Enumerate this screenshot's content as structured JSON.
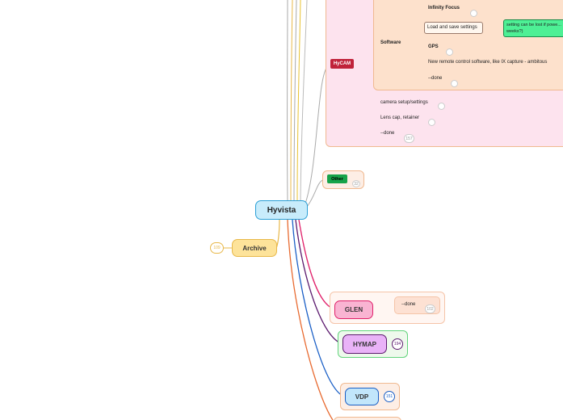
{
  "central": {
    "label": "Hyvista"
  },
  "archive": {
    "label": "Archive",
    "count": "109"
  },
  "hycam": {
    "label": "HyCAM",
    "software": {
      "label": "Software",
      "infinity_focus": {
        "label": "Infinity Focus"
      },
      "load_save": {
        "label": "Load and save settings",
        "note": "setting can be lost if powe... weeks?)"
      },
      "gps": {
        "label": "GPS"
      },
      "remote_control": {
        "label": "New remote control software, like IX capture - ambitous"
      },
      "done": {
        "label": "--done"
      }
    },
    "camera_setup": {
      "label": "camera setup/settings"
    },
    "lens_cap": {
      "label": "Lens cap, retainer"
    },
    "done": {
      "label": "--done",
      "count": "157"
    }
  },
  "other": {
    "label": "Other",
    "count": "32"
  },
  "glen": {
    "label": "GLEN",
    "done_label": "--done",
    "count": "102"
  },
  "hymap": {
    "label": "HYMAP",
    "count": "194"
  },
  "vdp": {
    "label": "VDP",
    "count": "151"
  },
  "colors": {
    "hycam_region": "#fde3ee",
    "software_region": "#fde1cc",
    "hycam_tag": "#c0223a",
    "other_tag": "#17a34a",
    "central": "#c8ecfb",
    "archive": "#fde39a",
    "glen": "#f9b4d2",
    "hymap": "#e9b3f7",
    "vdp": "#c2e6fb",
    "note": "#4df095"
  }
}
